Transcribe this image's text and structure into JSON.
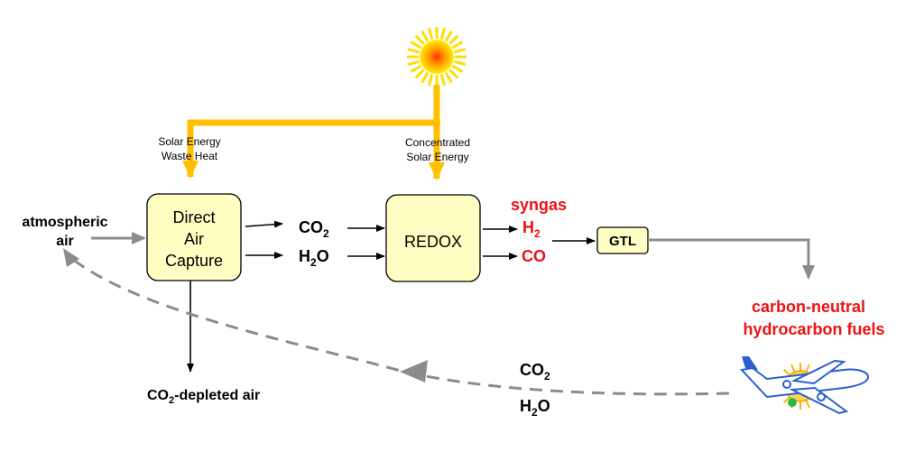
{
  "labels": {
    "atmospheric": "atmospheric",
    "air": "air",
    "solar_energy": "Solar Energy",
    "waste_heat": "Waste Heat",
    "concentrated": "Concentrated",
    "solar_energy_2": "Solar Energy",
    "co2_base": "CO",
    "co2_sub": "2",
    "h2o_h": "H",
    "h2o_sub": "2",
    "h2o_o": "O",
    "syngas": "syngas",
    "h2_base": "H",
    "h2_sub": "2",
    "co": "CO",
    "depleted_base": "CO",
    "depleted_sub": "2",
    "depleted_rest": "-depleted air",
    "fuels_line1": "carbon-neutral",
    "fuels_line2": "hydrocarbon fuels",
    "ret_co2_base": "CO",
    "ret_co2_sub": "2",
    "ret_h2o_h": "H",
    "ret_h2o_sub": "2",
    "ret_h2o_o": "O"
  },
  "boxes": {
    "dac_line1": "Direct",
    "dac_line2": "Air",
    "dac_line3": "Capture",
    "redox": "REDOX",
    "gtl": "GTL"
  },
  "colors": {
    "solar_line": "#ffc000",
    "box_fill": "#ffffc4",
    "gray_arrow": "#8c8c8c",
    "red_text": "#ee1111"
  },
  "icons": {
    "sun": "sun-icon",
    "plane": "airplane-icon"
  }
}
